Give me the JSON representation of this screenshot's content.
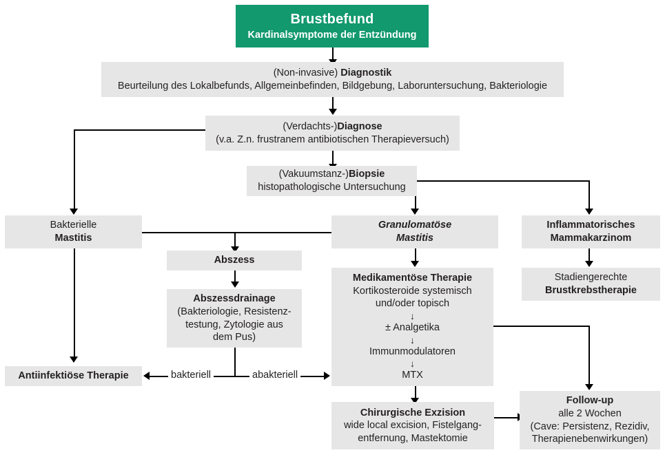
{
  "diagram": {
    "title": "Brustbefund – Kardinalsymptome der Entzündung",
    "accent_color": "#12996d",
    "node_fill": "#e6e6e6",
    "line_color": "#000000"
  },
  "nodes": {
    "brustbefund": {
      "line1": "Brustbefund",
      "line2": "Kardinalsymptome der Entzündung"
    },
    "diagnostik": {
      "line1_normal": "(Non-invasive) ",
      "line1_bold": "Diagnostik",
      "line2": "Beurteilung des Lokalbefunds, Allgemeinbefinden, Bildgebung, Laboruntersuchung, Bakteriologie"
    },
    "diagnose": {
      "line1_normal": "(Verdachts-)",
      "line1_bold": "Diagnose",
      "line2": "(v.a. Z.n. frustranem antibiotischen Therapieversuch)"
    },
    "biopsie": {
      "line1_normal": "(Vakuumstanz-)",
      "line1_bold": "Biopsie",
      "line2": "histopathologische Untersuchung"
    },
    "bakterielle_mastitis": {
      "line1": "Bakterielle",
      "line2": "Mastitis"
    },
    "granulomatoese_mastitis": {
      "line1": "Granulomatöse",
      "line2": "Mastitis"
    },
    "inflammatorisches_mammakarzinom": {
      "line1": "Inflammatorisches",
      "line2": "Mammakarzinom"
    },
    "abszess": {
      "line1": "Abszess"
    },
    "abszessdrainage": {
      "line1": "Abszessdrainage",
      "line2": "(Bakteriologie, Resistenz-",
      "line3": "testung, Zytologie aus",
      "line4": "dem Pus)"
    },
    "medikamentoese_therapie": {
      "line1": "Medikamentöse Therapie",
      "line2": "Kortikosteroide systemisch",
      "line3": "und/oder topisch",
      "arrow1": "↓",
      "line4": "± Analgetika",
      "arrow2": "↓",
      "line5": "Immunmodulatoren",
      "arrow3": "↓",
      "line6": "MTX"
    },
    "stadiengerechte_brustkrebstherapie": {
      "line1": "Stadiengerechte",
      "line2": "Brustkrebstherapie"
    },
    "antiinfektioese_therapie": {
      "line1": "Antiinfektiöse Therapie"
    },
    "chirurgische_exzision": {
      "line1": "Chirurgische Exzision",
      "line2": "wide local excision, Fistelgang-",
      "line3": "entfernung, Mastektomie"
    },
    "follow_up": {
      "line1": "Follow-up",
      "line2": "alle 2 Wochen",
      "line3": "(Cave: Persistenz, Rezidiv,",
      "line4": "Therapienebenwirkungen)"
    }
  },
  "edge_labels": {
    "bakteriell": "bakteriell",
    "abakteriell": "abakteriell"
  }
}
